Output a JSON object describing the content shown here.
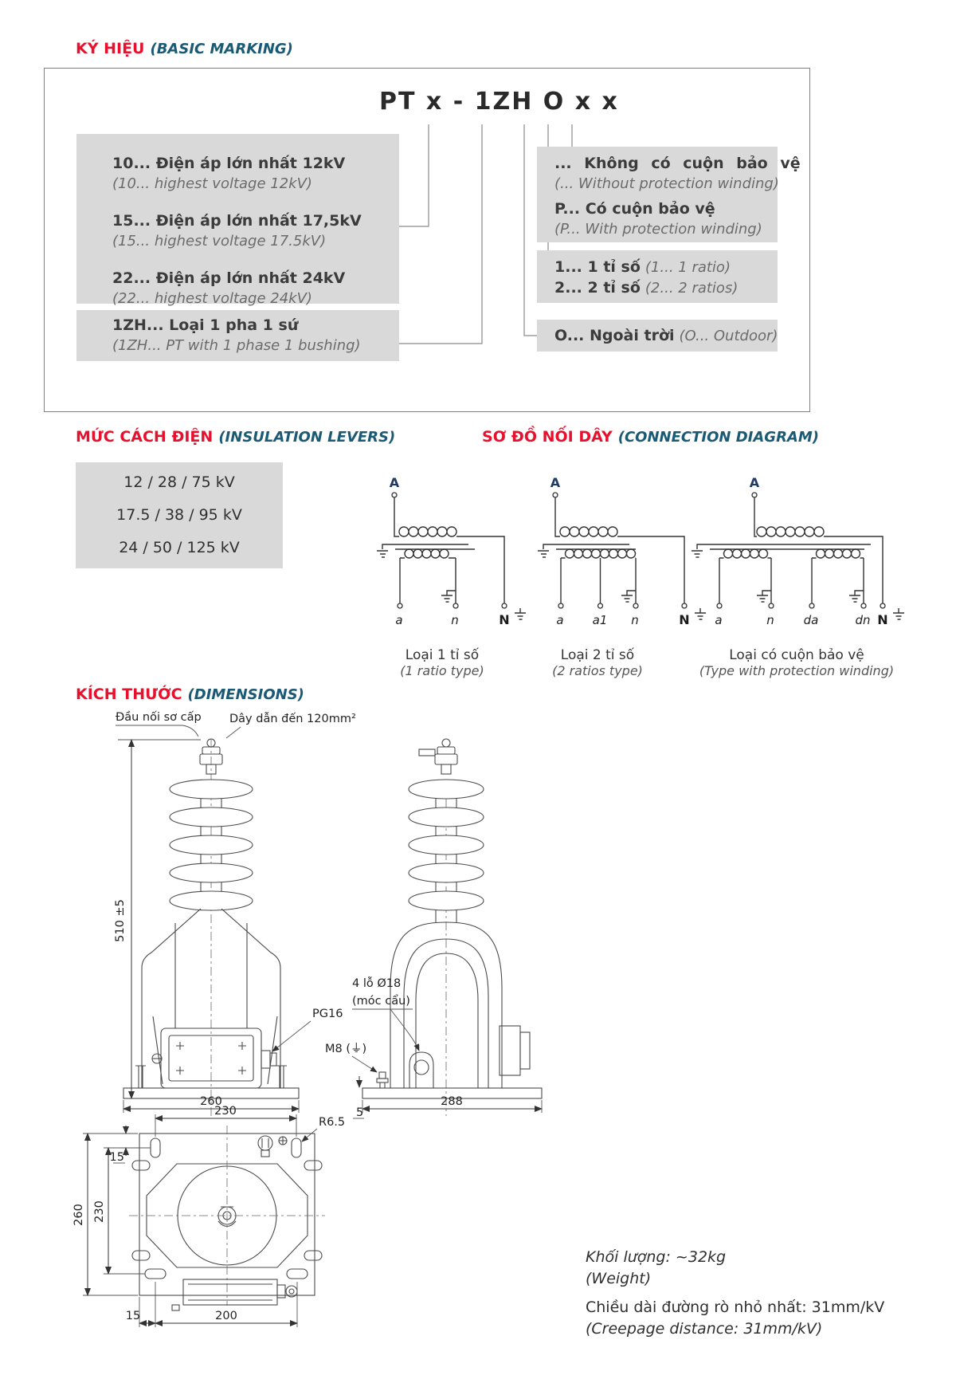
{
  "colors": {
    "accent_red": "#e8112d",
    "accent_teal": "#1b5a74",
    "box_gray": "#d9d9d9",
    "diagram_navy": "#1f3b63",
    "line_gray": "#808080"
  },
  "sections": {
    "marking_vi": "KÝ HIỆU",
    "marking_en": "(BASIC MARKING)",
    "insulation_vi": "MỨC CÁCH ĐIỆN",
    "insulation_en": "(INSULATION LEVERS)",
    "connection_vi": "SƠ ĐỒ NỐI DÂY",
    "connection_en": "(CONNECTION DIAGRAM)",
    "dimensions_vi": "KÍCH THƯỚC",
    "dimensions_en": "(DIMENSIONS)"
  },
  "marking": {
    "code": "PT x - 1ZH O x x",
    "options": {
      "v10_vi": "10... Điện áp lớn nhất 12kV",
      "v10_en": "(10... highest voltage 12kV)",
      "v15_vi": "15... Điện áp lớn nhất 17,5kV",
      "v15_en": "(15... highest voltage 17.5kV)",
      "v22_vi": "22... Điện áp lớn nhất 24kV",
      "v22_en": "(22... highest voltage 24kV)",
      "type_vi": "1ZH... Loại 1 pha 1 sứ",
      "type_en": "(1ZH... PT with 1 phase 1 bushing)",
      "noprot_vi": "... Không có cuộn bảo vệ",
      "noprot_en": "(... Without protection winding)",
      "prot_vi": "P... Có cuộn bảo vệ",
      "prot_en": "(P... With protection winding)",
      "ratio1_vi": "1... 1 tỉ số",
      "ratio1_en": "(1... 1 ratio)",
      "ratio2_vi": "2... 2 tỉ số",
      "ratio2_en": "(2... 2 ratios)",
      "outdoor_vi": "O... Ngoài trời",
      "outdoor_en": "(O... Outdoor)"
    }
  },
  "insulation": {
    "levels": [
      "12 / 28 / 75 kV",
      "17.5 / 38 / 95 kV",
      "24 / 50 / 125 kV"
    ]
  },
  "connection": {
    "d1": {
      "A": "A",
      "a": "a",
      "n": "n",
      "N": "N",
      "cap_vi": "Loại 1 tỉ số",
      "cap_en": "(1 ratio type)"
    },
    "d2": {
      "A": "A",
      "a": "a",
      "a1": "a1",
      "n": "n",
      "N": "N",
      "cap_vi": "Loại 2 tỉ số",
      "cap_en": "(2 ratios type)"
    },
    "d3": {
      "A": "A",
      "a": "a",
      "n": "n",
      "da": "da",
      "dn": "dn",
      "N": "N",
      "cap_vi": "Loại có cuộn bảo vệ",
      "cap_en": "(Type with protection winding)"
    }
  },
  "dimensions": {
    "primary_terminal_label": "Đầu nối sơ cấp",
    "conductor_label": "Dây dẫn đến 120mm²",
    "height": "510 ±5",
    "gland": "PG16",
    "earth": "M8 (⏚)",
    "holes_line1": "4 lỗ Ø18",
    "holes_line2": "(móc cẩu)",
    "front_width": "260",
    "side_width": "288",
    "base_thickness": "5",
    "plan_width_top": "230",
    "plan_corner_radius": "R6.5",
    "plan_height_outer": "260",
    "plan_height_inner": "230",
    "plan_offset_top": "15",
    "plan_offset_bottom": "15",
    "plan_width_bottom": "200",
    "weight_vi": "Khối lượng: ~32kg",
    "weight_en": "(Weight)",
    "creepage_vi": "Chiều dài đường rò nhỏ nhất: 31mm/kV",
    "creepage_en": "(Creepage distance: 31mm/kV)"
  }
}
